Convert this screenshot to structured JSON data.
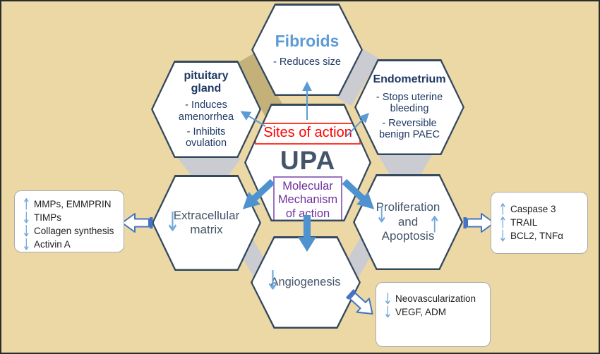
{
  "figure": {
    "center": {
      "sites_label": "Sites of action",
      "drug": "UPA",
      "mechanism_label": "Molecular Mechanism of action"
    },
    "hexagons": {
      "fibroids": {
        "title": "Fibroids",
        "item1": "- Reduces size"
      },
      "pituitary": {
        "title": "pituitary gland",
        "item1": "- Induces amenorrhea",
        "item2": "- Inhibits ovulation"
      },
      "endometrium": {
        "title": "Endometrium",
        "item1": "- Stops uterine bleeding",
        "item2": "- Reversible benign PAEC"
      },
      "extracellular": {
        "title": "Extracellular matrix",
        "arrow": "↓"
      },
      "proliferation": {
        "line1": "Proliferation",
        "line2": "and",
        "line3": "Apoptosis",
        "down_arrow": "↓",
        "up_arrow": "↑"
      },
      "angiogenesis": {
        "title": "Angiogenesis",
        "arrow": "↓"
      }
    },
    "boxes": {
      "extracellular": {
        "items": [
          {
            "glyph": "↑",
            "text": "MMPs, EMMPRIN"
          },
          {
            "glyph": "↓",
            "text": "TIMPs"
          },
          {
            "glyph": "↓",
            "text": "Collagen synthesis"
          },
          {
            "glyph": "↓",
            "text": "Activin A"
          }
        ]
      },
      "apoptosis": {
        "items": [
          {
            "glyph": "↑",
            "text": "Caspase 3"
          },
          {
            "glyph": "↑",
            "text": "TRAIL"
          },
          {
            "glyph": "↓",
            "text": "BCL2, TNFα"
          }
        ]
      },
      "angiogenesis": {
        "items": [
          {
            "glyph": "↓",
            "text": "Neovascularization"
          },
          {
            "glyph": "↓",
            "text": "VEGF, ADM"
          }
        ]
      }
    },
    "colors": {
      "background": "#ecd8a5",
      "hex_border": "#34495e",
      "fibroids_title": "#5b9bd5",
      "body_text": "#1f3864",
      "sites_red": "#ff0000",
      "mechanism_purple": "#7030a0",
      "upa_text": "#44546a",
      "thick_arrow_blue": "#4e93d0",
      "thin_arrow_blue": "#5b9bd5",
      "outline_arrow_blue": "#4472c4",
      "gray_connector": "#cbccd1",
      "olive_connector": "#c3b179"
    }
  }
}
